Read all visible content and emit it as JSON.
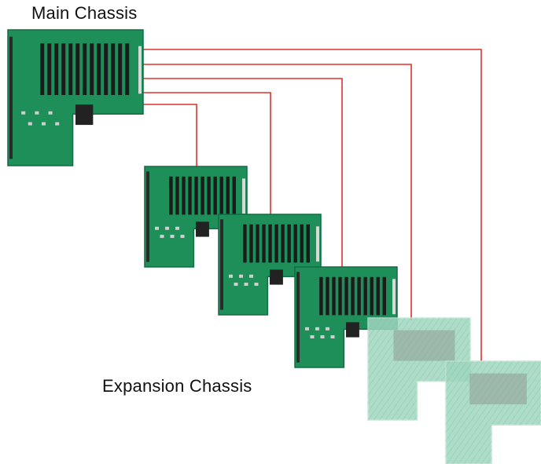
{
  "labels": {
    "main_chassis": "Main Chassis",
    "expansion_chassis": "Expansion Chassis"
  },
  "colors": {
    "board_green": "#1f8f5a",
    "board_dark": "#146b43",
    "slot_black": "#1b1b1b",
    "cable_red": "#e0302c",
    "faded_board": "#9fd6bf"
  },
  "boards": [
    {
      "id": "main",
      "role": "main-chassis",
      "faded": false
    },
    {
      "id": "exp1",
      "role": "expansion-chassis",
      "faded": false
    },
    {
      "id": "exp2",
      "role": "expansion-chassis",
      "faded": false
    },
    {
      "id": "exp3",
      "role": "expansion-chassis",
      "faded": false
    },
    {
      "id": "exp4",
      "role": "expansion-chassis",
      "faded": true
    },
    {
      "id": "exp5",
      "role": "expansion-chassis",
      "faded": true
    }
  ],
  "connections": [
    {
      "from": "main",
      "to": "exp1"
    },
    {
      "from": "main",
      "to": "exp2"
    },
    {
      "from": "main",
      "to": "exp3"
    },
    {
      "from": "main",
      "to": "exp4"
    },
    {
      "from": "main",
      "to": "exp5"
    }
  ]
}
